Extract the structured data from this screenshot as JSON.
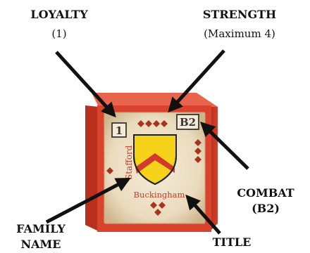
{
  "callouts": {
    "loyalty": {
      "label": "LOYALTY",
      "sub": "(1)"
    },
    "strength": {
      "label": "STRENGTH",
      "sub": "(Maximum 4)"
    },
    "combat": {
      "line1": "COMBAT",
      "line2": "(B2)"
    },
    "family_name": {
      "line1": "FAMILY",
      "line2": "NAME"
    },
    "title": {
      "label": "TITLE"
    }
  },
  "block": {
    "loyalty_value": "1",
    "combat_value": "B2",
    "family_name": "Stafford",
    "title": "Buckingham",
    "strength_pips": 4
  },
  "colors": {
    "block_red": "#d8402c",
    "parchment": "#efe3c9",
    "shield_yellow": "#f6d21a",
    "chevron_red": "#d23a2c",
    "pip": "#a8331f"
  }
}
